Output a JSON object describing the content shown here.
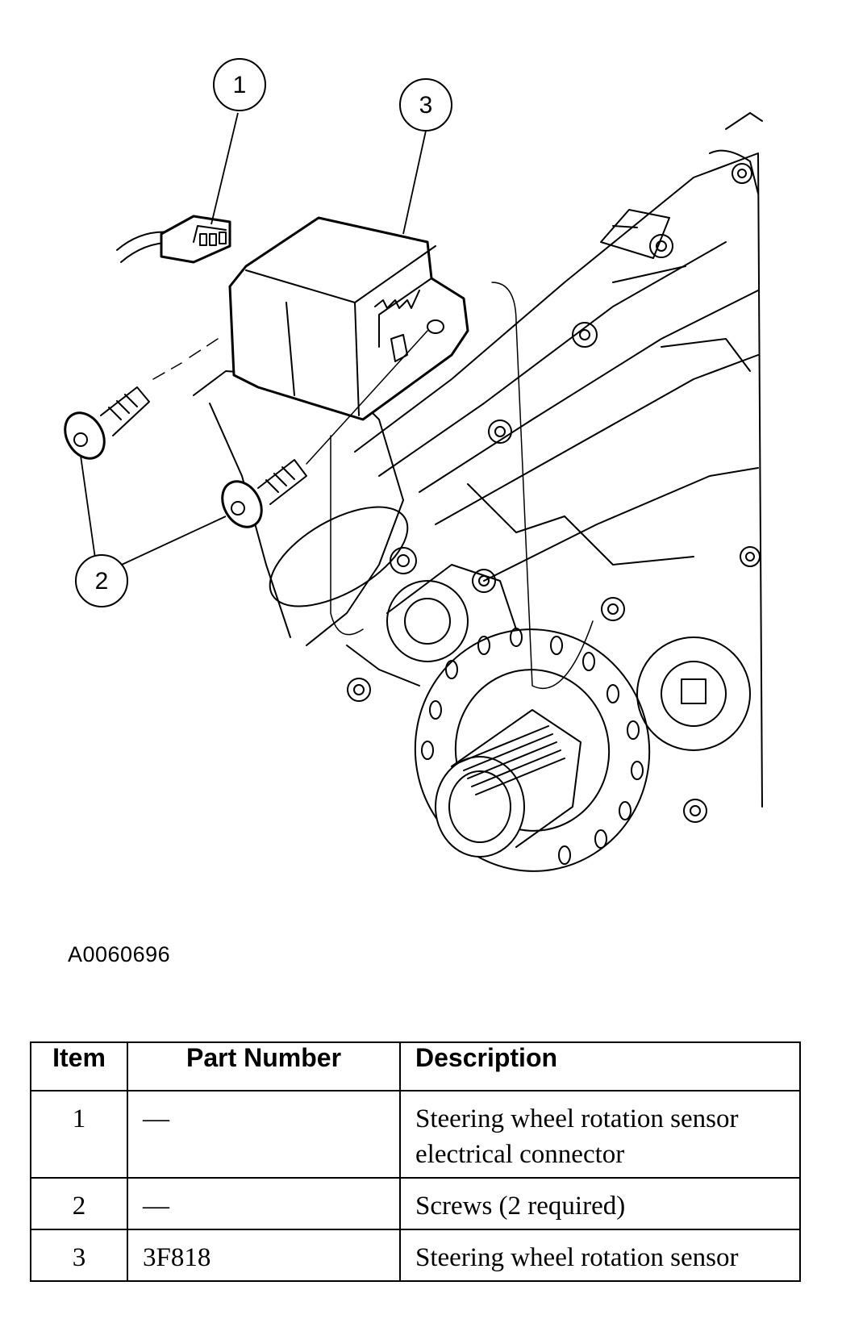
{
  "diagram": {
    "callouts": [
      {
        "id": "callout-1",
        "label": "1"
      },
      {
        "id": "callout-2",
        "label": "2"
      },
      {
        "id": "callout-3",
        "label": "3"
      }
    ],
    "figure_id": "A0060696"
  },
  "table": {
    "headers": {
      "item": "Item",
      "part_number": "Part Number",
      "description": "Description"
    },
    "rows": [
      {
        "item": "1",
        "part_number": "—",
        "description_lines": [
          "Steering wheel rotation sensor",
          "electrical connector"
        ]
      },
      {
        "item": "2",
        "part_number": "—",
        "description_lines": [
          "Screws (2 required)"
        ]
      },
      {
        "item": "3",
        "part_number": "3F818",
        "description_lines": [
          "Steering wheel rotation sensor"
        ]
      }
    ]
  }
}
